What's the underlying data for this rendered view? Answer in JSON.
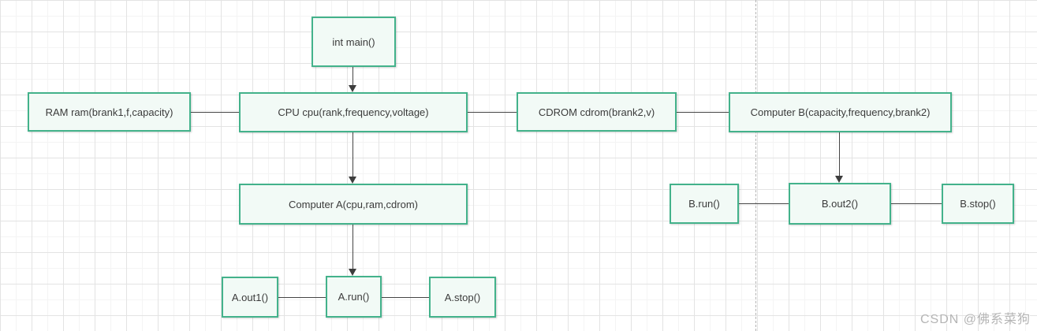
{
  "watermark": {
    "text": "CSDN @佛系菜狗"
  },
  "colors": {
    "node_border": "#43b28b",
    "node_fill": "#f2faf6",
    "connector": "#454545",
    "grid_minor": "#f4f4f4",
    "grid_major": "#e3e3e3",
    "dashed_guide": "#b3b3b3",
    "text": "#3b3b3b"
  },
  "diagram": {
    "nodes": [
      {
        "id": "int-main",
        "label": "int main()"
      },
      {
        "id": "ram",
        "label": "RAM ram(brank1,f,capacity)"
      },
      {
        "id": "cpu",
        "label": "CPU cpu(rank,frequency,voltage)"
      },
      {
        "id": "cdrom",
        "label": "CDROM cdrom(brank2,v)"
      },
      {
        "id": "computer-b",
        "label": "Computer B(capacity,frequency,brank2)"
      },
      {
        "id": "computer-a",
        "label": "Computer A(cpu,ram,cdrom)"
      },
      {
        "id": "a-out1",
        "label": "A.out1()"
      },
      {
        "id": "a-run",
        "label": "A.run()"
      },
      {
        "id": "a-stop",
        "label": "A.stop()"
      },
      {
        "id": "b-run",
        "label": "B.run()"
      },
      {
        "id": "b-out2",
        "label": "B.out2()"
      },
      {
        "id": "b-stop",
        "label": "B.stop()"
      }
    ],
    "edges": [
      {
        "from": "int-main",
        "to": "cpu",
        "type": "arrow"
      },
      {
        "from": "ram",
        "to": "cpu",
        "type": "line"
      },
      {
        "from": "cpu",
        "to": "cdrom",
        "type": "line"
      },
      {
        "from": "cdrom",
        "to": "computer-b",
        "type": "line"
      },
      {
        "from": "cpu",
        "to": "computer-a",
        "type": "arrow"
      },
      {
        "from": "computer-a",
        "to": "a-run",
        "type": "arrow"
      },
      {
        "from": "a-out1",
        "to": "a-run",
        "type": "line"
      },
      {
        "from": "a-run",
        "to": "a-stop",
        "type": "line"
      },
      {
        "from": "computer-b",
        "to": "b-out2",
        "type": "arrow"
      },
      {
        "from": "b-run",
        "to": "b-out2",
        "type": "line"
      },
      {
        "from": "b-out2",
        "to": "b-stop",
        "type": "line"
      }
    ]
  }
}
